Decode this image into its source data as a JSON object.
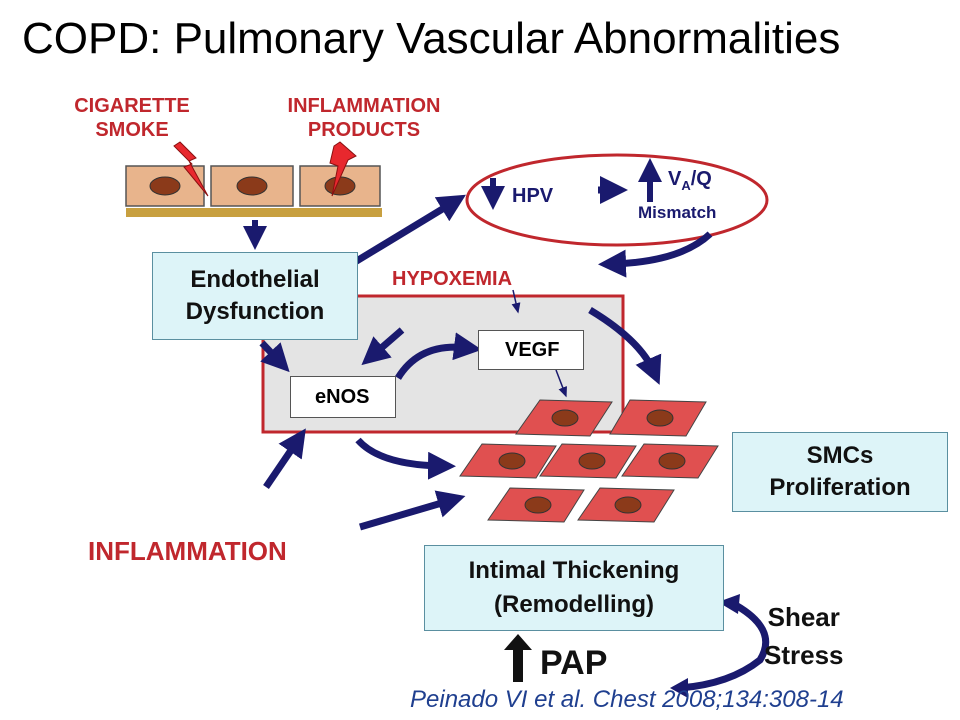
{
  "title": "COPD: Pulmonary Vascular Abnormalities",
  "labels": {
    "cigarette_smoke": [
      "CIGARETTE",
      "SMOKE"
    ],
    "inflammation_products": [
      "INFLAMMATION",
      "PRODUCTS"
    ],
    "endothelial_dysfunction": [
      "Endothelial",
      "Dysfunction"
    ],
    "hpv": "HPV",
    "va_q_v": "V",
    "va_q_sub": "A",
    "va_q_rest": "/Q",
    "mismatch": "Mismatch",
    "hypoxemia": "HYPOXEMIA",
    "vegf": "VEGF",
    "enos": "eNOS",
    "smcs": [
      "SMCs",
      "Proliferation"
    ],
    "inflammation": "INFLAMMATION",
    "intimal": [
      "Intimal Thickening",
      "(Remodelling)"
    ],
    "shear_stress": [
      "Shear",
      "Stress"
    ],
    "pap": "PAP",
    "citation": "Peinado VI et al. Chest 2008;134:308-14"
  },
  "colors": {
    "red_text": "#c0272d",
    "arrow_navy": "#1a1a6e",
    "box_fill": "#ddf4f8",
    "cell_fill": "#e05050",
    "endo_cell_fill": "#e8b48c",
    "nucleus": "#8b3a1a",
    "basement": "#c8a040",
    "ellipse": "#c0272d",
    "citation": "#1f3f8f"
  }
}
